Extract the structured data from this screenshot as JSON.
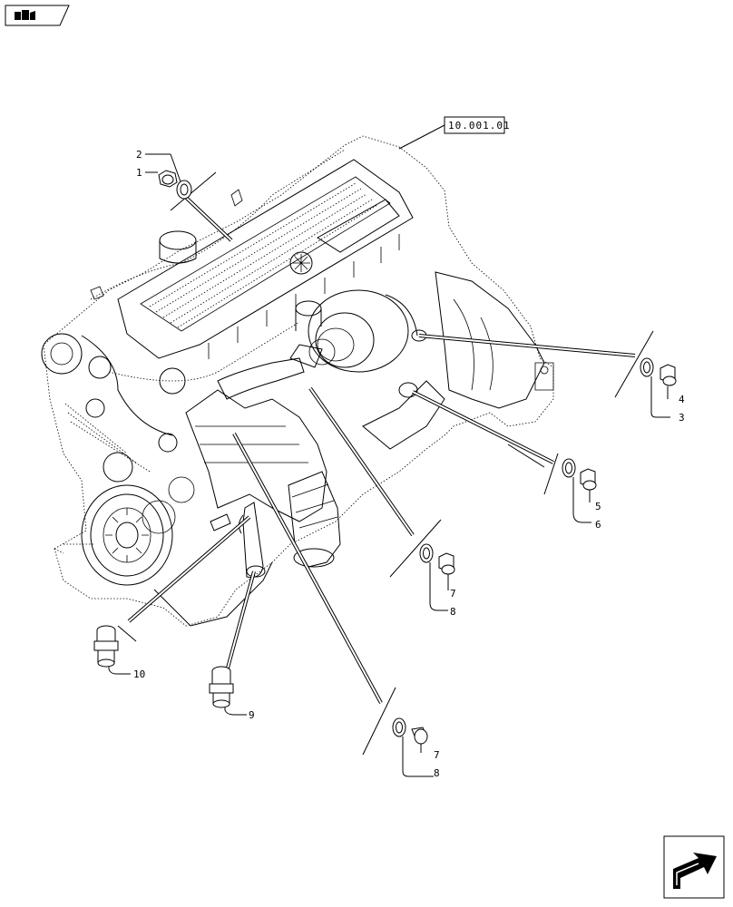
{
  "reference": {
    "label": "10.001.01"
  },
  "callouts": [
    "1",
    "2",
    "3",
    "4",
    "5",
    "6",
    "7",
    "8",
    "9",
    "10",
    "7",
    "8"
  ],
  "icons": {
    "top_left": "book-manual-icon",
    "bottom_right": "next-page-arrow-icon"
  }
}
